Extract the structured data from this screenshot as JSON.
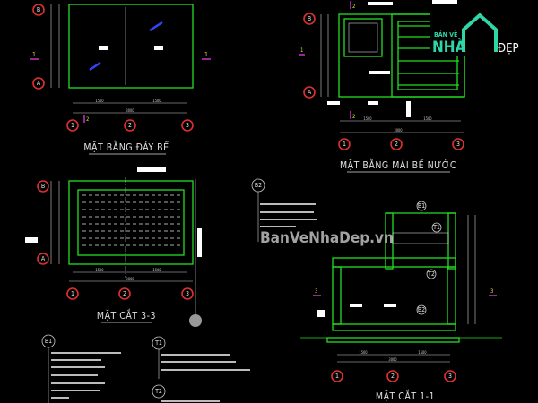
{
  "drawings": {
    "floor_plan": {
      "title": "MẶT BẰNG ĐÁY BỂ",
      "dims": [
        "1500",
        "1500",
        "3000"
      ]
    },
    "roof_plan": {
      "title": "MẶT BẰNG MÁI BỂ NƯỚC",
      "dims": [
        "1500",
        "1500",
        "3000"
      ]
    },
    "section_33": {
      "title": "MẶT CẮT 3-3",
      "dims": [
        "1500",
        "1500",
        "3000"
      ]
    },
    "section_11": {
      "title": "MẶT CẮT 1-1",
      "dims": [
        "1500",
        "1500",
        "3000"
      ]
    }
  },
  "axes": {
    "a": "A",
    "b": "B",
    "n1": "1",
    "n2": "2",
    "n3": "3"
  },
  "section_marks": {
    "s1": "1",
    "s2": "2",
    "s3": "3"
  },
  "callouts": {
    "b1": "B1",
    "b2": "B2",
    "t1": "T1",
    "t2": "T2"
  },
  "logo": {
    "line1": "BẢN VẼ",
    "line2": "NHÀ",
    "line3": "ĐẸP"
  },
  "watermark": "BanVeNhaDep.vn",
  "colors": {
    "background": "#000000",
    "outline": "#22dd22",
    "axis_bubble": "#e03030",
    "section_mark": "#cc33cc",
    "logo": "#2fd6a8"
  }
}
